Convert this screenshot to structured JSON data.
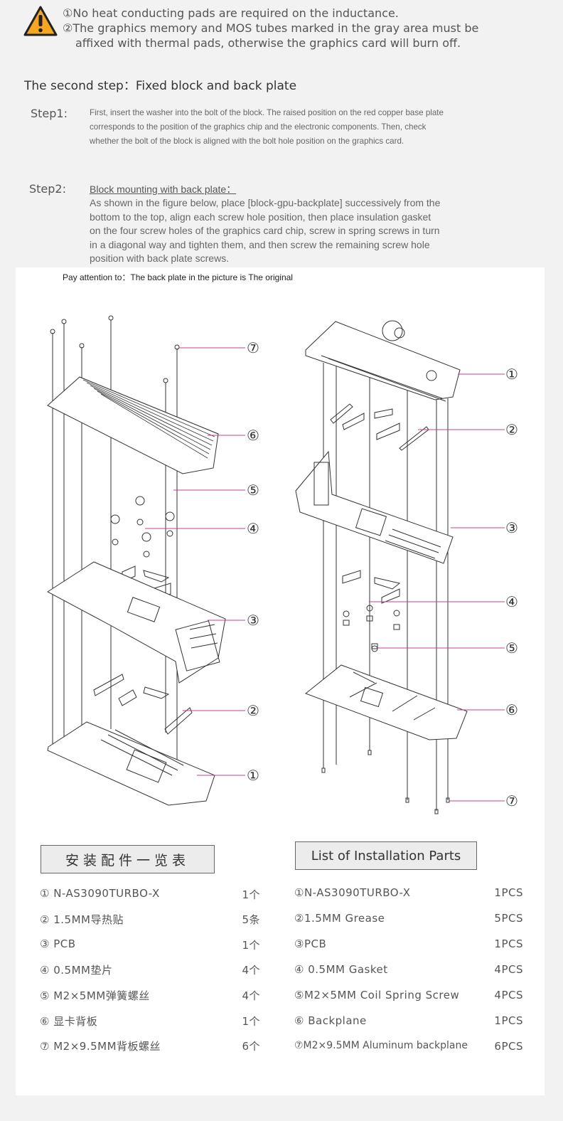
{
  "warnings": {
    "line1": "①No heat conducting pads are required on the inductance.",
    "line2": "②The graphics memory and MOS tubes marked in the gray area must be",
    "line3": "affixed with thermal pads, otherwise the graphics card will burn off."
  },
  "section_title": "The second step：Fixed block and back plate",
  "step1": {
    "label": "Step1:",
    "lines": [
      "First, insert the washer into the bolt of the block. The raised position on the red copper base plate",
      "corresponds to the position of the graphics chip and the electronic components. Then, check",
      "whether the bolt of the block is aligned with the bolt hole position on the graphics card."
    ]
  },
  "step2": {
    "label": "Step2:",
    "title": "Block mounting with back plate：",
    "lines": [
      "As shown in the figure below, place [block-gpu-backplate] successively from the",
      "bottom to the top, align each screw hole position, then place insulation gasket",
      "on the four screw holes of the graphics card chip, screw in spring screws in turn",
      "in a diagonal way and tighten them, and then screw the remaining screw hole",
      "position with back plate screws."
    ]
  },
  "attention": "Pay attention to：The back plate in the picture is The original",
  "callouts": {
    "left": [
      "⑦",
      "⑥",
      "⑤",
      "④",
      "③",
      "②",
      "①"
    ],
    "right": [
      "①",
      "②",
      "③",
      "④",
      "⑤",
      "⑥",
      "⑦"
    ]
  },
  "parts_cn": {
    "title": "安装配件一览表",
    "rows": [
      {
        "name": "① N-AS3090TURBO-X",
        "qty": "1个"
      },
      {
        "name": "② 1.5MM导热贴",
        "qty": "5条"
      },
      {
        "name": "③ PCB",
        "qty": "1个"
      },
      {
        "name": "④ 0.5MM垫片",
        "qty": "4个"
      },
      {
        "name": "⑤ M2×5MM弹簧螺丝",
        "qty": "4个"
      },
      {
        "name": "⑥ 显卡背板",
        "qty": "1个"
      },
      {
        "name": "⑦ M2×9.5MM背板螺丝",
        "qty": "6个"
      }
    ]
  },
  "parts_en": {
    "title": "List of Installation Parts",
    "rows": [
      {
        "name": "①N-AS3090TURBO-X",
        "qty": "1PCS"
      },
      {
        "name": "②1.5MM Grease",
        "qty": "5PCS"
      },
      {
        "name": "③PCB",
        "qty": "1PCS"
      },
      {
        "name": "④ 0.5MM Gasket",
        "qty": "4PCS"
      },
      {
        "name": "⑤M2×5MM Coil Spring Screw",
        "qty": "4PCS"
      },
      {
        "name": "⑥ Backplane",
        "qty": "1PCS"
      },
      {
        "name": "⑦M2×9.5MM Aluminum backplane",
        "qty": "6PCS"
      }
    ]
  },
  "colors": {
    "warning_fill": "#f5a623",
    "callout_line": "#c8408c"
  }
}
